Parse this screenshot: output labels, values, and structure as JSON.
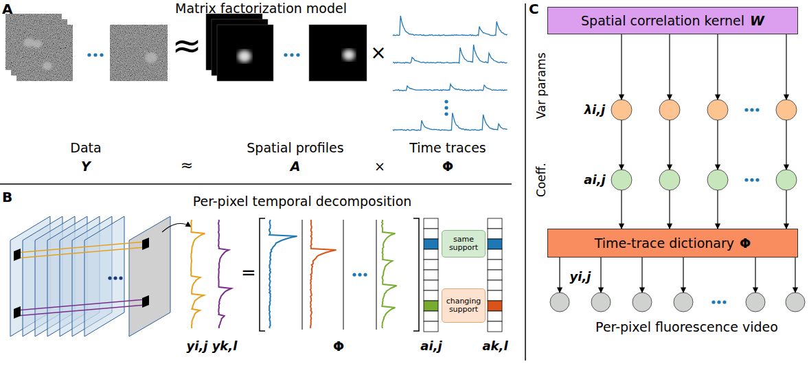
{
  "diagram": {
    "nodes": [
      {
        "text": [
          "same support"
        ]
      },
      {
        "text": [
          "changing support"
        ]
      },
      {
        "text": [
          "Spatial correlation kernel",
          "W"
        ]
      },
      {
        "text": [
          "Time-trace dictionary",
          "Φ"
        ]
      }
    ],
    "labels": [
      "A",
      "Matrix factorization model",
      "≈",
      "×",
      "Data",
      "Spatial profiles",
      "Time traces",
      "Y",
      "≈",
      "A",
      "×",
      "Φ",
      "B",
      "Per-pixel temporal decomposition",
      "=",
      "yi,j",
      "yk,l",
      "Φ",
      "ai,j",
      "ak,l",
      "C",
      "Var params",
      "λi,j",
      "Coeff.",
      "ai,j",
      "yi,j",
      "Per-pixel fluorescence video"
    ]
  }
}
